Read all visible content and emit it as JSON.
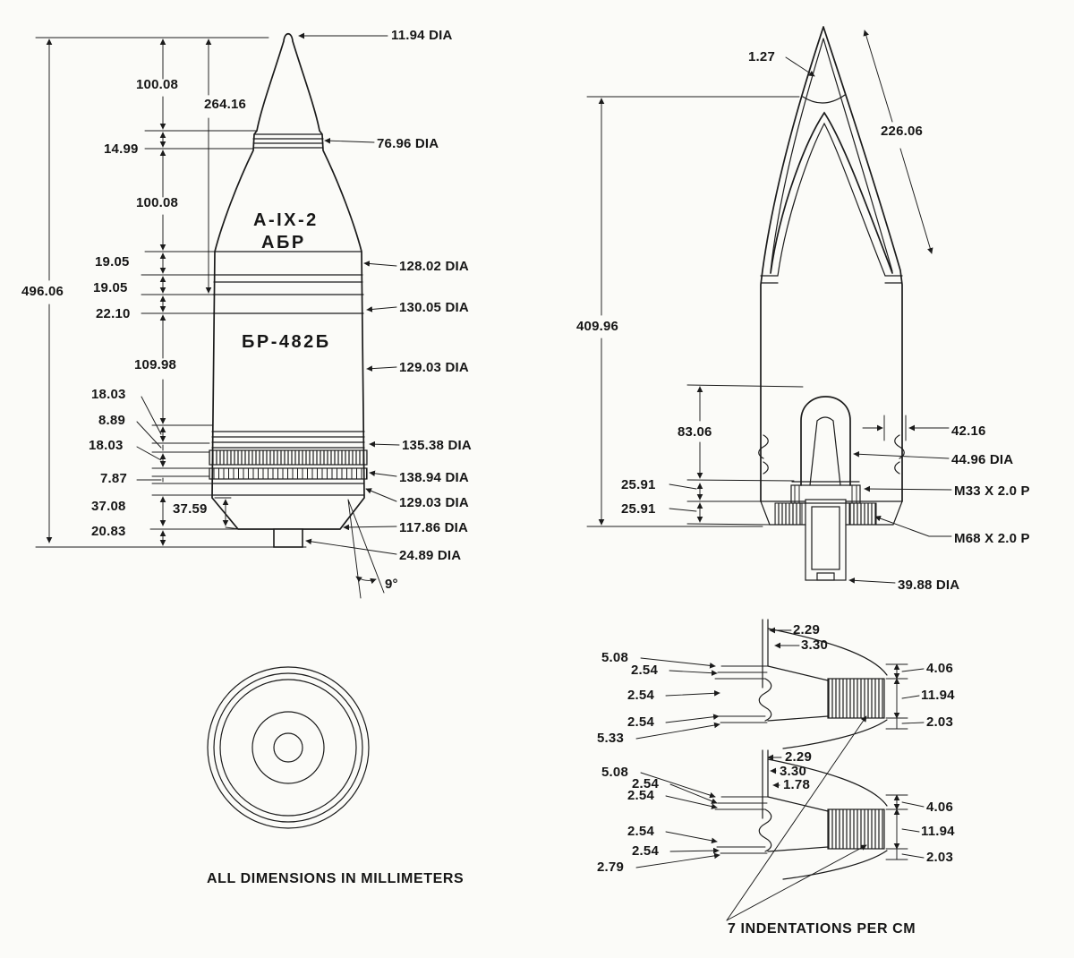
{
  "side": {
    "overall": "496.06",
    "nose_len": "264.16",
    "segs": [
      "100.08",
      "14.99",
      "100.08",
      "19.05",
      "19.05",
      "22.10",
      "109.98",
      "18.03",
      "8.89",
      "18.03",
      "7.87",
      "37.08",
      "20.83"
    ],
    "boattail": "37.59",
    "angle": "9°",
    "dias": [
      "11.94 DIA",
      "76.96 DIA",
      "128.02 DIA",
      "130.05 DIA",
      "129.03 DIA",
      "135.38 DIA",
      "138.94 DIA",
      "129.03 DIA",
      "117.86 DIA",
      "24.89 DIA"
    ],
    "marks": [
      "А-IX-2",
      "АБР",
      "БР-482Б"
    ]
  },
  "section": {
    "wall": "1.27",
    "ogive": "226.06",
    "length": "409.96",
    "cavity": "83.06",
    "steps": [
      "25.91",
      "25.91"
    ],
    "band": "42.16",
    "dia_inner": "44.96 DIA",
    "thread_small": "M33 X 2.0 P",
    "thread_large": "M68 X 2.0 P",
    "dia_tracer": "39.88 DIA"
  },
  "detail1": {
    "top": [
      "2.29",
      "3.30"
    ],
    "left": [
      "5.08",
      "2.54",
      "2.54",
      "2.54",
      "5.33"
    ],
    "right": [
      "4.06",
      "11.94",
      "2.03"
    ]
  },
  "detail2": {
    "top": [
      "2.29",
      "3.30",
      "1.78"
    ],
    "left": [
      "5.08",
      "2.54",
      "2.54",
      "2.54",
      "2.54",
      "2.79"
    ],
    "right": [
      "4.06",
      "11.94",
      "2.03"
    ]
  },
  "notes": {
    "units": "ALL DIMENSIONS IN MILLIMETERS",
    "indent": "7 INDENTATIONS PER CM"
  }
}
